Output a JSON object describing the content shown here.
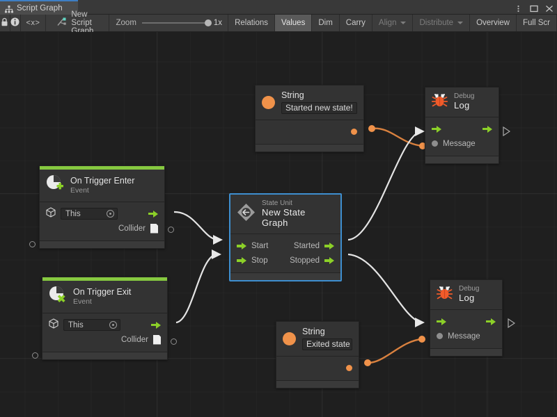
{
  "window": {
    "tab_title": "Script Graph",
    "tab_icon": "graph-hierarchy-icon",
    "controls": {
      "menu": "kebab-menu-icon",
      "maximize": "maximize-icon",
      "close": "close-icon"
    }
  },
  "toolbar": {
    "lock_icon": "lock-icon",
    "info_icon": "info-icon",
    "code_label": "<x>",
    "graph_name": "New Script Graph",
    "graph_icon": "script-graph-icon",
    "zoom_label": "Zoom",
    "zoom_value": "1x",
    "zoom_percent": 100,
    "buttons": [
      {
        "label": "Relations",
        "state": "normal",
        "dropdown": false
      },
      {
        "label": "Values",
        "state": "active",
        "dropdown": false
      },
      {
        "label": "Dim",
        "state": "normal",
        "dropdown": false
      },
      {
        "label": "Carry",
        "state": "normal",
        "dropdown": false
      },
      {
        "label": "Align",
        "state": "dim",
        "dropdown": true
      },
      {
        "label": "Distribute",
        "state": "dim",
        "dropdown": true
      },
      {
        "label": "Overview",
        "state": "normal",
        "dropdown": false
      },
      {
        "label": "Full Scr",
        "state": "normal",
        "dropdown": false
      }
    ]
  },
  "colors": {
    "accent_green": "#86c940",
    "port_green": "#8cd028",
    "value_orange": "#f0924a",
    "selection_blue": "#3e8fd0",
    "canvas_bg": "#1f1f1f",
    "node_bg": "#333333"
  },
  "nodes": {
    "string_top": {
      "title": "String",
      "value": "Started new state!",
      "icon": "string-value-icon"
    },
    "debug_log_top": {
      "subtitle": "Debug",
      "title": "Log",
      "icon": "bug-icon",
      "message_label": "Message"
    },
    "on_trigger_enter": {
      "title": "On Trigger Enter",
      "subtitle": "Event",
      "icon": "event-enter-icon",
      "target_value": "This",
      "target_icon": "gameobject-cube-icon",
      "output_label": "Collider",
      "output_icon": "collider-doc-icon"
    },
    "state_unit": {
      "subtitle": "State Unit",
      "title": "New State Graph",
      "icon": "state-unit-icon",
      "selected": true,
      "inputs": [
        "Start",
        "Stop"
      ],
      "outputs": [
        "Started",
        "Stopped"
      ]
    },
    "on_trigger_exit": {
      "title": "On Trigger Exit",
      "subtitle": "Event",
      "icon": "event-exit-icon",
      "target_value": "This",
      "target_icon": "gameobject-cube-icon",
      "output_label": "Collider",
      "output_icon": "collider-doc-icon"
    },
    "string_bottom": {
      "title": "String",
      "value": "Exited state",
      "icon": "string-value-icon"
    },
    "debug_log_bottom": {
      "subtitle": "Debug",
      "title": "Log",
      "icon": "bug-icon",
      "message_label": "Message"
    }
  }
}
